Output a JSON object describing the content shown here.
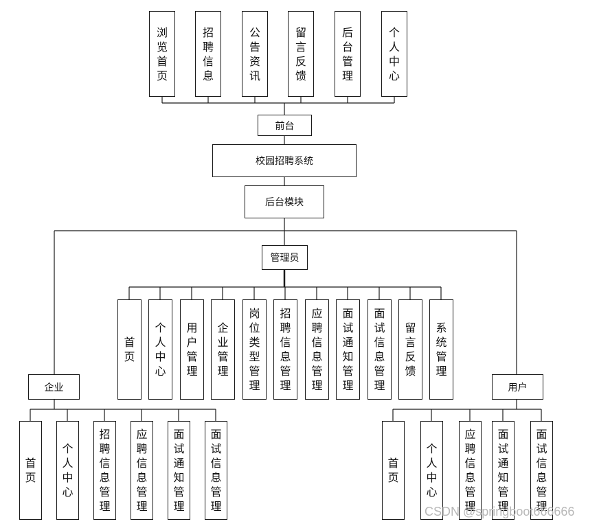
{
  "root": {
    "label": "校园招聘系统"
  },
  "frontend": {
    "label": "前台",
    "items": [
      "浏览首页",
      "招聘信息",
      "公告资讯",
      "留言反馈",
      "后台管理",
      "个人中心"
    ]
  },
  "backend": {
    "label": "后台模块"
  },
  "admin": {
    "label": "管理员",
    "items": [
      "首页",
      "个人中心",
      "用户管理",
      "企业管理",
      "岗位类型管理",
      "招聘信息管理",
      "应聘信息管理",
      "面试通知管理",
      "面试信息管理",
      "留言反馈",
      "系统管理"
    ]
  },
  "company": {
    "label": "企业",
    "items": [
      "首页",
      "个人中心",
      "招聘信息管理",
      "应聘信息管理",
      "面试通知管理",
      "面试信息管理"
    ]
  },
  "user": {
    "label": "用户",
    "items": [
      "首页",
      "个人中心",
      "应聘信息管理",
      "面试通知管理",
      "面试信息管理"
    ]
  },
  "watermark": "CSDN @springboot666666"
}
